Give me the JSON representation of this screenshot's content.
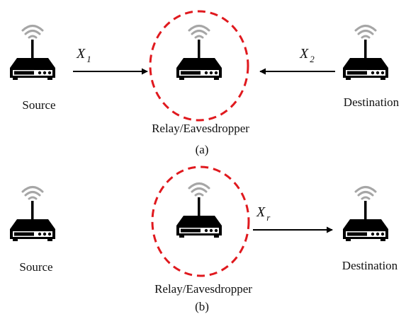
{
  "panels": [
    {
      "caption": "(a)",
      "nodes": {
        "source": "Source",
        "relay": "Relay/Eavesdropper",
        "destination": "Destination"
      },
      "signals": [
        {
          "symbol": "X",
          "subscript": "1"
        },
        {
          "symbol": "X",
          "subscript": "2"
        }
      ]
    },
    {
      "caption": "(b)",
      "nodes": {
        "source": "Source",
        "relay": "Relay/Eavesdropper",
        "destination": "Destination"
      },
      "signals": [
        {
          "symbol": "X",
          "subscript": "r"
        }
      ]
    }
  ],
  "colors": {
    "eavesdropper_circle": "#e0191e",
    "wifi_waves": "#a6a6a6",
    "router": "#000000",
    "arrow": "#000000"
  },
  "icons": {
    "node": "wireless-router-icon"
  }
}
